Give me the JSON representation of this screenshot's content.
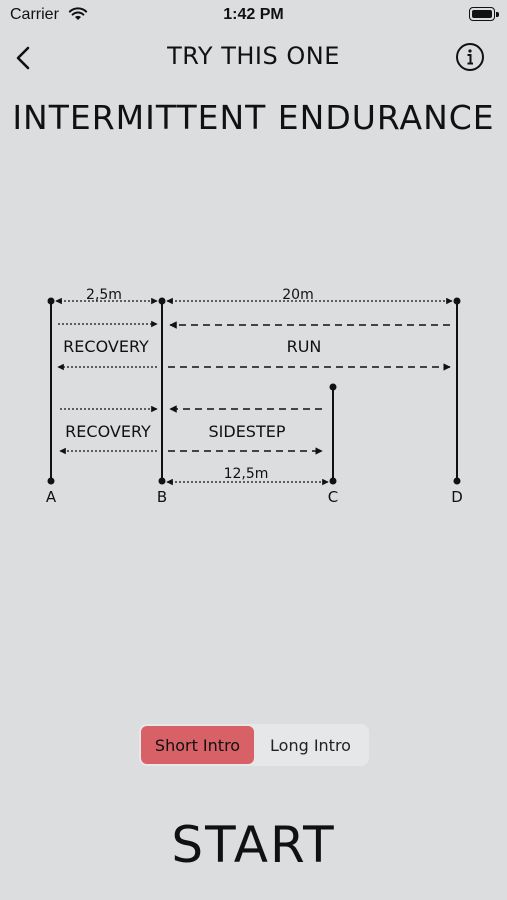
{
  "status": {
    "carrier": "Carrier",
    "time": "1:42 PM"
  },
  "nav": {
    "title": "TRY THIS ONE"
  },
  "title": "INTERMITTENT ENDURANCE",
  "diagram": {
    "dist_ab": "2,5m",
    "dist_bd": "20m",
    "dist_bc": "12,5m",
    "recovery_1": "RECOVERY",
    "recovery_2": "RECOVERY",
    "run": "RUN",
    "sidestep": "SIDESTEP",
    "point_a": "A",
    "point_b": "B",
    "point_c": "C",
    "point_d": "D"
  },
  "segmented": {
    "short": "Short Intro",
    "long": "Long Intro",
    "selected": "short"
  },
  "start_label": "START"
}
